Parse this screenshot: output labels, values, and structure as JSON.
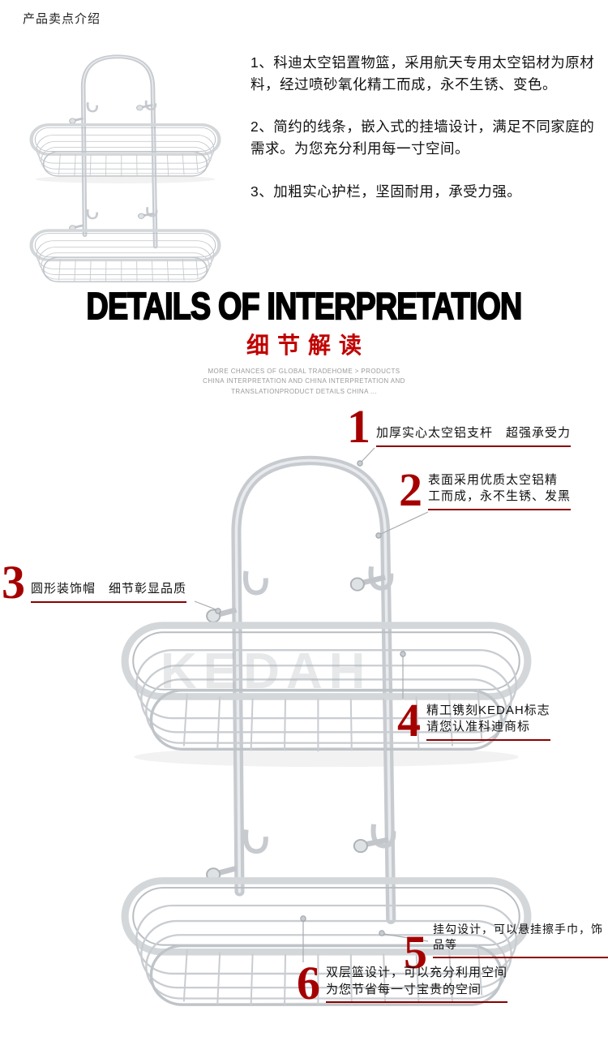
{
  "header": {
    "label": "产品卖点介绍"
  },
  "selling_points": [
    "1、科迪太空铝置物篮，采用航天专用太空铝材为原材料，经过喷砂氧化精工而成，永不生锈、变色。",
    "2、简约的线条，嵌入式的挂墙设计，满足不同家庭的需求。为您充分利用每一寸空间。",
    "3、加粗实心护栏，坚固耐用，承受力强。"
  ],
  "section": {
    "title_en": "DETAILS OF INTERPRETATION",
    "title_cn": "细节解读",
    "subtext": [
      "MORE CHANCES OF GLOBAL TRADEHOME > PRODUCTS",
      "CHINA INTERPRETATION AND CHINA INTERPRETATION AND",
      "TRANSLATIONPRODUCT DETAILS CHINA ..."
    ]
  },
  "callouts": [
    {
      "num": "1",
      "lines": [
        "加厚实心太空铝支杆　超强承受力"
      ]
    },
    {
      "num": "2",
      "lines": [
        "表面采用优质太空铝精",
        "工而成，永不生锈、发黑"
      ]
    },
    {
      "num": "3",
      "lines": [
        "圆形装饰帽　细节彰显品质"
      ]
    },
    {
      "num": "4",
      "lines": [
        "精工镌刻KEDAH标志",
        "请您认准科迪商标"
      ]
    },
    {
      "num": "5",
      "lines": [
        "挂勾设计，可以悬挂擦手巾，饰品等"
      ]
    },
    {
      "num": "6",
      "lines": [
        "双层篮设计，可以充分利用空间",
        "为您节省每一寸宝贵的空间"
      ]
    }
  ],
  "watermark": "KEDAH",
  "colors": {
    "accent_red": "#c00000",
    "callout_number_red": "#a50000",
    "underline_red": "#8b0000",
    "text_black": "#111111",
    "metal_gray": "#c9cdd1"
  }
}
